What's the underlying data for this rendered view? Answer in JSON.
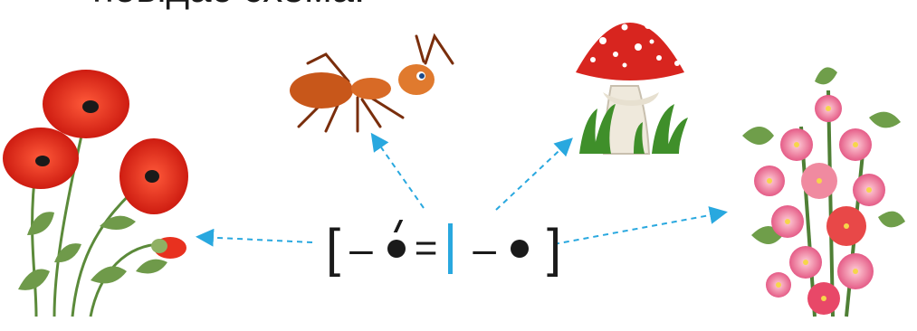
{
  "heading": "повідає схема:",
  "scheme": {
    "open_bracket": "[",
    "dash1": "–",
    "equals": "=",
    "dash2": "–",
    "close_bracket": "]"
  },
  "colors": {
    "arrow": "#29a8df",
    "divider": "#29a8df",
    "poppy": "#e8311f",
    "mallow": "#e85a8c",
    "ant": "#c8571a",
    "mushroom_cap": "#d8251f",
    "grass": "#3f8f2a"
  },
  "pictures": [
    "poppy-flowers",
    "ant",
    "fly-agaric-mushroom",
    "mallow-flowers"
  ]
}
